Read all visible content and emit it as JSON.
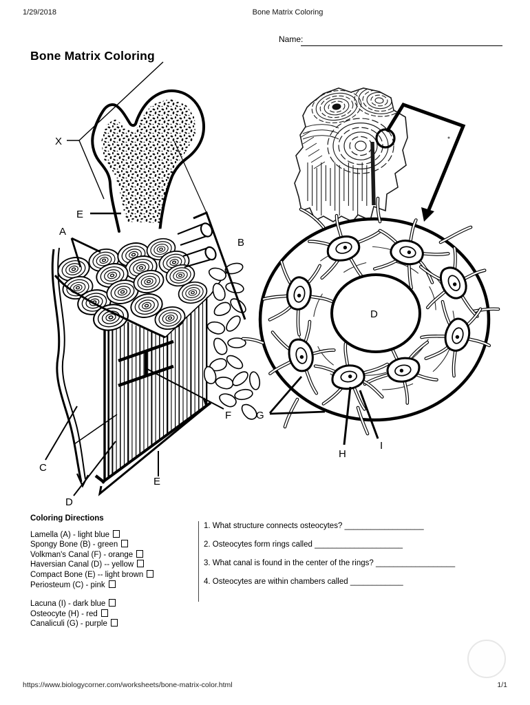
{
  "page": {
    "date": "1/29/2018",
    "doc_title": "Bone Matrix Coloring",
    "url": "https://www.biologycorner.com/worksheets/bone-matrix-color.html",
    "page_num": "1/1"
  },
  "name": {
    "label": "Name:"
  },
  "heading": "Bone Matrix Coloring",
  "figure": {
    "labels": {
      "x": "X",
      "e_femur": "E",
      "a": "A",
      "b": "B",
      "c": "C",
      "d_block": "D",
      "e_block": "E",
      "f": "F",
      "d_canal": "D",
      "g": "G",
      "h": "H",
      "i": "I"
    }
  },
  "directions": {
    "heading": "Coloring Directions",
    "group1": [
      "Lamella (A) - light blue",
      "Spongy Bone (B) - green",
      "Volkman's Canal (F) - orange",
      "Haversian Canal (D) -- yellow",
      "Compact Bone (E) -- light brown",
      "Periosteum (C) - pink"
    ],
    "group2": [
      "Lacuna (I) - dark blue",
      "Osteocyte (H) - red",
      "Canaliculi (G) - purple"
    ]
  },
  "questions": [
    {
      "text": "1. What structure connects osteocytes?",
      "blank": "__________________"
    },
    {
      "text": "2. Osteocytes form rings called",
      "blank": "____________________"
    },
    {
      "text": "3. What canal is found in the center of the rings?",
      "blank": "__________________"
    },
    {
      "text": "4. Osteocytes are within chambers called",
      "blank": "____________"
    }
  ]
}
